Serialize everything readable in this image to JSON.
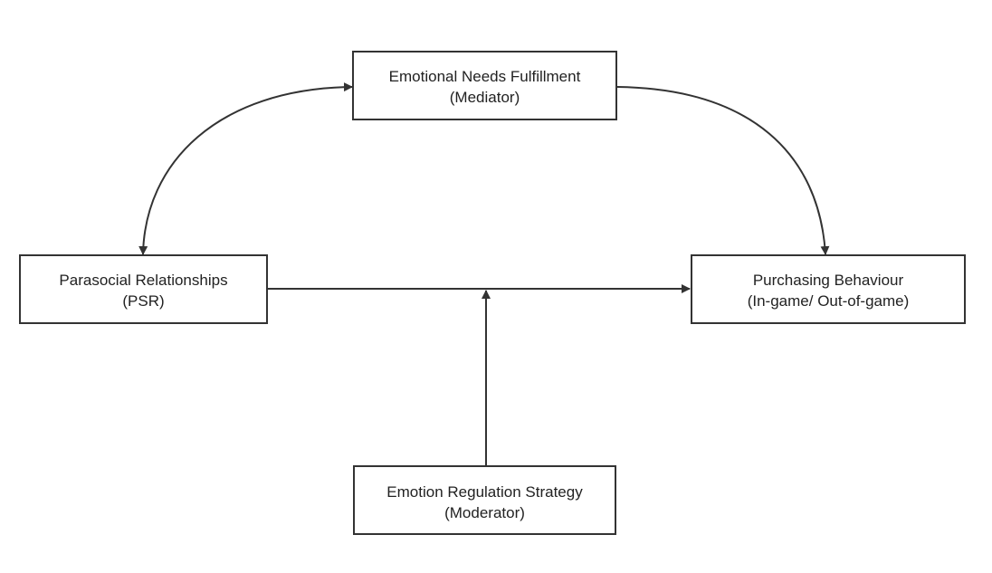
{
  "nodes": {
    "mediator": {
      "line1": "Emotional Needs Fulfillment",
      "line2": "(Mediator)"
    },
    "psr": {
      "line1": "Parasocial Relationships",
      "line2": "(PSR)"
    },
    "purchasing": {
      "line1": "Purchasing Behaviour",
      "line2": "(In-game/ Out-of-game)"
    },
    "moderator": {
      "line1": "Emotion Regulation Strategy",
      "line2": "(Moderator)"
    }
  },
  "colors": {
    "stroke": "#333333",
    "text": "#222222",
    "background": "#ffffff"
  }
}
